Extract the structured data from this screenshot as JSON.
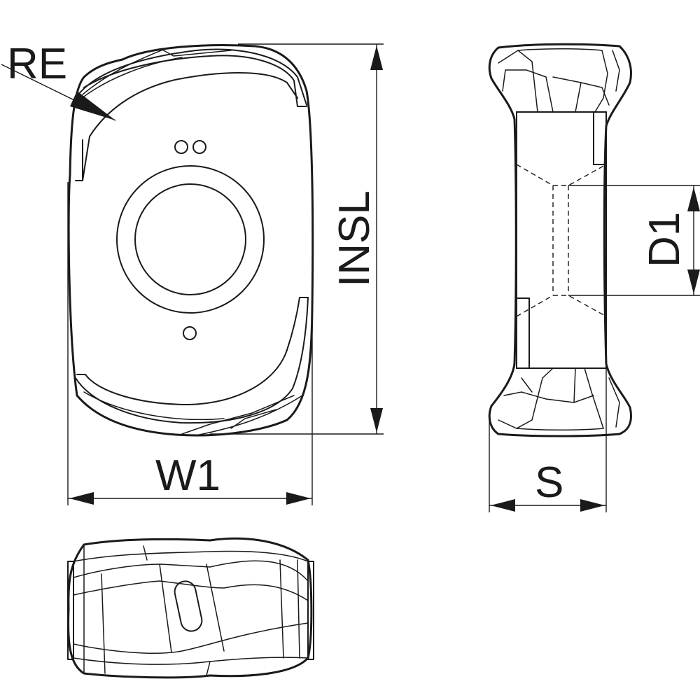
{
  "drawing": {
    "labels": {
      "corner_radius": "RE",
      "insert_length": "INSL",
      "width": "W1",
      "thickness": "S",
      "hole_diameter": "D1"
    },
    "line_color": "#1a1a1a",
    "background": "#ffffff"
  }
}
